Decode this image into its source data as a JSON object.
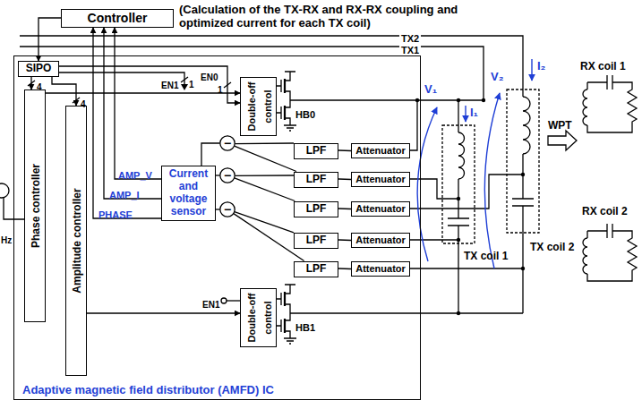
{
  "diagram": {
    "nodes": [
      {
        "text": [
          "Controller"
        ]
      },
      {
        "text": [
          "Adaptive magnetic field distributor (AMFD) IC"
        ]
      },
      {
        "text": [
          "SIPO"
        ],
        "in": 1
      },
      {
        "text": [
          "Double-off control"
        ],
        "in": 1
      },
      {
        "text": [
          "Phase controller"
        ],
        "in": 1
      },
      {
        "text": [
          "Amplitude controller"
        ],
        "in": 1
      },
      {
        "text": [
          "Current and voltage sensor"
        ],
        "in": 1
      },
      {
        "text": [
          "−"
        ],
        "in": 1
      },
      {
        "text": [
          "−"
        ],
        "in": 1
      },
      {
        "text": [
          "−"
        ],
        "in": 1
      },
      {
        "text": [
          "LPF"
        ],
        "in": 1
      },
      {
        "text": [
          "LPF"
        ],
        "in": 1
      },
      {
        "text": [
          "LPF"
        ],
        "in": 1
      },
      {
        "text": [
          "LPF"
        ],
        "in": 1
      },
      {
        "text": [
          "LPF"
        ],
        "in": 1
      },
      {
        "text": [
          "Attenuator"
        ],
        "in": 1
      },
      {
        "text": [
          "Attenuator"
        ],
        "in": 1
      },
      {
        "text": [
          "Attenuator"
        ],
        "in": 1
      },
      {
        "text": [
          "Attenuator"
        ],
        "in": 1
      },
      {
        "text": [
          "Attenuator"
        ],
        "in": 1
      },
      {
        "text": [
          "Double-off control"
        ],
        "in": 1
      }
    ],
    "edges": [
      {
        "from": 0,
        "to": 2,
        "arrow": "to"
      },
      {
        "from": 2,
        "to": 4,
        "label": "4",
        "arrow": "to"
      },
      {
        "from": 2,
        "to": 5,
        "label": "4",
        "arrow": "to"
      },
      {
        "from": 2,
        "to": 3,
        "arrow": "to"
      },
      {
        "from": 4,
        "to": 3,
        "arrow": "to"
      },
      {
        "from": 5,
        "to": 20,
        "arrow": "to"
      },
      {
        "from": 6,
        "to": 0,
        "label": "AMP_V",
        "arrow": "to"
      },
      {
        "from": 6,
        "to": 0,
        "label": "AMP_I",
        "arrow": "to"
      },
      {
        "from": 6,
        "to": 0,
        "label": "PHASE",
        "arrow": "to"
      },
      {
        "from": 7,
        "to": 6,
        "arrow": "none"
      },
      {
        "from": 8,
        "to": 6,
        "arrow": "none"
      },
      {
        "from": 9,
        "to": 6,
        "arrow": "none"
      },
      {
        "from": 10,
        "to": 7,
        "arrow": "none"
      },
      {
        "from": 11,
        "to": 7,
        "arrow": "none"
      },
      {
        "from": 11,
        "to": 8,
        "arrow": "none"
      },
      {
        "from": 12,
        "to": 8,
        "arrow": "none"
      },
      {
        "from": 13,
        "to": 9,
        "arrow": "none"
      },
      {
        "from": 14,
        "to": 9,
        "arrow": "none"
      },
      {
        "from": 15,
        "to": 10,
        "arrow": "none"
      },
      {
        "from": 16,
        "to": 11,
        "arrow": "none"
      },
      {
        "from": 17,
        "to": 12,
        "arrow": "none"
      },
      {
        "from": 18,
        "to": 13,
        "arrow": "none"
      },
      {
        "from": 19,
        "to": 14,
        "arrow": "none"
      }
    ],
    "labels": [
      "(Calculation of the TX-RX and RX-RX coupling and optimized current for each TX coil)",
      "TX2",
      "TX1",
      "EN1",
      "1",
      "EN0",
      "1",
      "EN1",
      "HB0",
      "HB1",
      "Hz",
      "V₁",
      "I₁",
      "V₂",
      "I₂",
      "TX coil 1",
      "TX coil 2",
      "WPT",
      "RX coil 1",
      "RX coil 2"
    ]
  }
}
